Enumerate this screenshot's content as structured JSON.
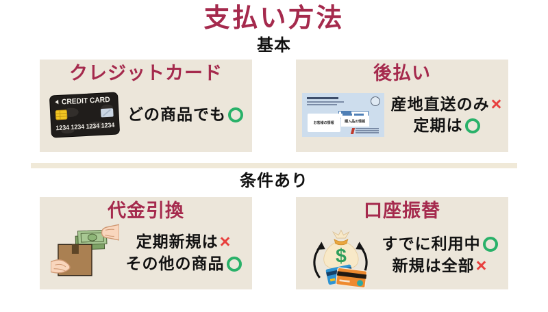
{
  "page": {
    "title": "支払い方法"
  },
  "sections": [
    {
      "label": "基本",
      "cards": [
        {
          "title": "クレジットカード",
          "icon": "credit-card-icon",
          "lines": [
            {
              "text": "どの商品でも",
              "mark": "circle"
            }
          ]
        },
        {
          "title": "後払い",
          "icon": "invoice-icon",
          "lines": [
            {
              "text": "産地直送のみ",
              "mark": "cross"
            },
            {
              "text": "定期は",
              "mark": "circle"
            }
          ]
        }
      ]
    },
    {
      "label": "条件あり",
      "cards": [
        {
          "title": "代金引換",
          "icon": "cash-on-delivery-icon",
          "lines": [
            {
              "text": "定期新規は",
              "mark": "cross"
            },
            {
              "text": "その他の商品",
              "mark": "circle"
            }
          ]
        },
        {
          "title": "口座振替",
          "icon": "bank-transfer-icon",
          "lines": [
            {
              "text": "すでに利用中",
              "mark": "circle"
            },
            {
              "text": "新規は全部",
              "mark": "cross"
            }
          ]
        }
      ]
    }
  ],
  "marks": {
    "cross": "×"
  },
  "icons": {
    "credit_card": {
      "brand_text": "CREDIT CARD",
      "number": "1234 1234 1234 1234"
    },
    "invoice": {
      "customer_box": "お客様の情報",
      "purchase_box": "購入品の情報"
    },
    "bank": {
      "currency": "$"
    }
  },
  "colors": {
    "accent": "#a52a4d",
    "card_bg": "#ece6da",
    "divider": "#f0e9d8",
    "circle_green": "#29b169",
    "cross_red": "#e8403e"
  }
}
